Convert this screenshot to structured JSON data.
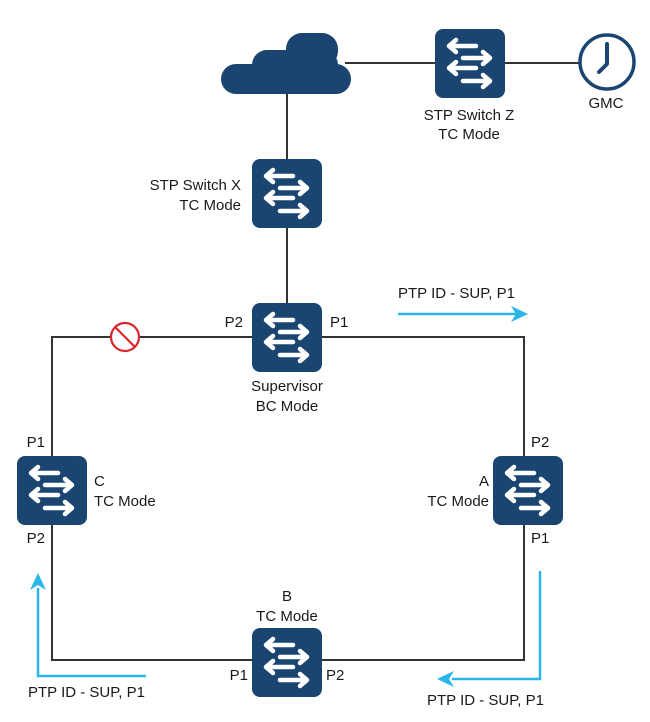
{
  "colors": {
    "device": "#1b4571",
    "link": "#333333",
    "flow": "#29b6e8",
    "blocked": "#d9262e",
    "background": "#ffffff"
  },
  "nodes": {
    "cloud": {
      "icon": "cloud-icon"
    },
    "gmc": {
      "icon": "clock-icon",
      "label": "GMC"
    },
    "switch_z": {
      "icon": "switch-icon",
      "name": "STP Switch Z",
      "mode": "TC Mode"
    },
    "switch_x": {
      "icon": "switch-icon",
      "name": "STP Switch X",
      "mode": "TC Mode"
    },
    "supervisor": {
      "icon": "switch-icon",
      "name": "Supervisor",
      "mode": "BC Mode",
      "port_left": "P2",
      "port_right": "P1"
    },
    "switch_a": {
      "icon": "switch-icon",
      "name": "A",
      "mode": "TC Mode",
      "port_top": "P2",
      "port_bottom": "P1"
    },
    "switch_b": {
      "icon": "switch-icon",
      "name": "B",
      "mode": "TC Mode",
      "port_left": "P1",
      "port_right": "P2"
    },
    "switch_c": {
      "icon": "switch-icon",
      "name": "C",
      "mode": "TC Mode",
      "port_top": "P1",
      "port_bottom": "P2"
    }
  },
  "blocked_port": {
    "icon": "blocked-icon",
    "between": [
      "supervisor",
      "switch_c"
    ]
  },
  "flows": [
    {
      "label": "PTP ID - SUP, P1",
      "direction": "right",
      "segment": "supervisor-to-a"
    },
    {
      "label": "PTP ID - SUP, P1",
      "direction": "down-left",
      "segment": "a-to-b"
    },
    {
      "label": "PTP ID - SUP, P1",
      "direction": "left-up",
      "segment": "b-to-c"
    }
  ]
}
